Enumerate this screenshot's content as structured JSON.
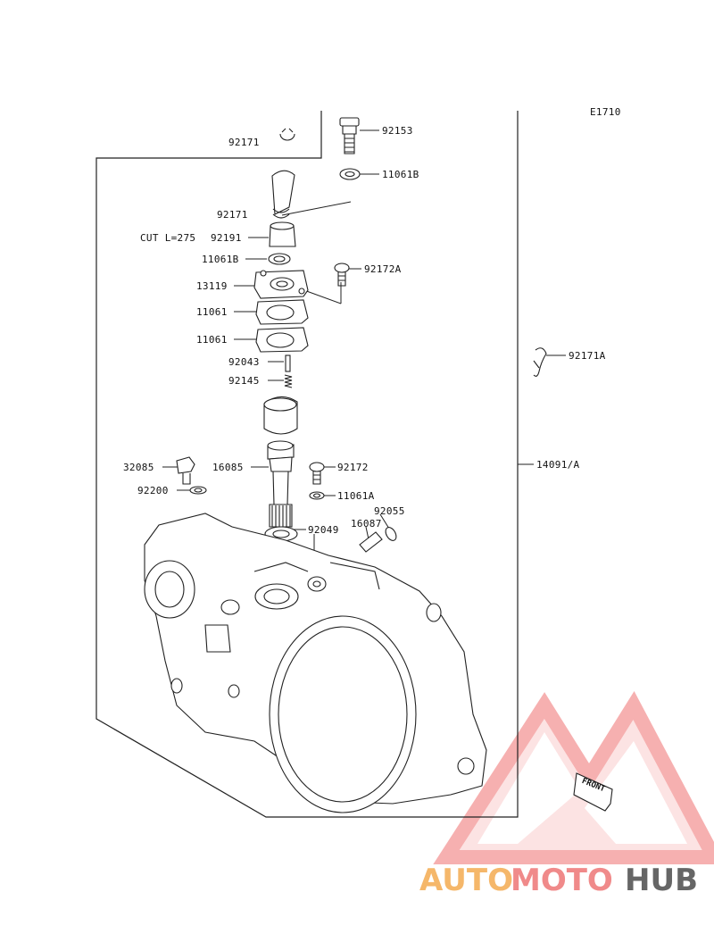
{
  "diagram": {
    "code": "E1710",
    "note": "CUT L=275",
    "front_label": "FRONT",
    "parts": [
      {
        "id": "p92171a",
        "label": "92171"
      },
      {
        "id": "p92153",
        "label": "92153"
      },
      {
        "id": "p11061b1",
        "label": "11061B"
      },
      {
        "id": "p92171b",
        "label": "92171"
      },
      {
        "id": "p92191",
        "label": "92191"
      },
      {
        "id": "p11061b2",
        "label": "11061B"
      },
      {
        "id": "p92172a",
        "label": "92172A"
      },
      {
        "id": "p13119",
        "label": "13119"
      },
      {
        "id": "p11061c",
        "label": "11061"
      },
      {
        "id": "p11061d",
        "label": "11061"
      },
      {
        "id": "p92043",
        "label": "92043"
      },
      {
        "id": "p92145",
        "label": "92145"
      },
      {
        "id": "p92171A",
        "label": "92171A"
      },
      {
        "id": "p32085",
        "label": "32085"
      },
      {
        "id": "p16085",
        "label": "16085"
      },
      {
        "id": "p92172",
        "label": "92172"
      },
      {
        "id": "p14091",
        "label": "14091/A"
      },
      {
        "id": "p92200",
        "label": "92200"
      },
      {
        "id": "p11061a",
        "label": "11061A"
      },
      {
        "id": "p92055",
        "label": "92055"
      },
      {
        "id": "p16087",
        "label": "16087"
      },
      {
        "id": "p92049",
        "label": "92049"
      }
    ]
  },
  "watermark": {
    "part1": "AUTO",
    "part2": "MOTO",
    "part3": "HUB",
    "colors": {
      "auto": "#f5b76a",
      "moto": "#f08a8a",
      "hub": "#666666",
      "triangle": "#f07070"
    }
  }
}
